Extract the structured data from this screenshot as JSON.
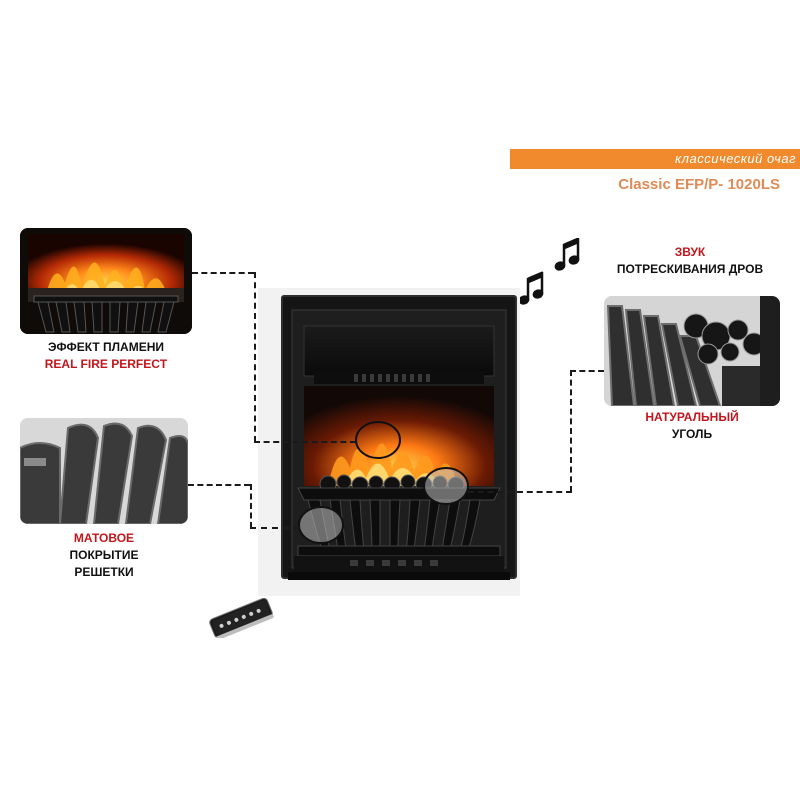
{
  "header": {
    "category": "классический очаг",
    "model": "Classic EFP/P- 1020LS",
    "accent_color": "#f08a2c",
    "model_color": "#e08a56"
  },
  "features": {
    "flame": {
      "line1": "ЭФФЕКТ  ПЛАМЕНИ",
      "line2": "REAL FIRE PERFECT"
    },
    "grate": {
      "line1": "МАТОВОЕ",
      "line2": "ПОКРЫТИЕ",
      "line3": "РЕШЕТКИ"
    },
    "sound": {
      "line1": "ЗВУК",
      "line2": "ПОТРЕСКИВАНИЯ  ДРОВ"
    },
    "coal": {
      "line1": "НАТУРАЛЬНЫЙ",
      "line2": "УГОЛЬ"
    }
  },
  "icons": {
    "music": "music-notes-icon",
    "remote": "remote-control"
  },
  "colors": {
    "label_red": "#c3161c",
    "label_black": "#111111"
  }
}
